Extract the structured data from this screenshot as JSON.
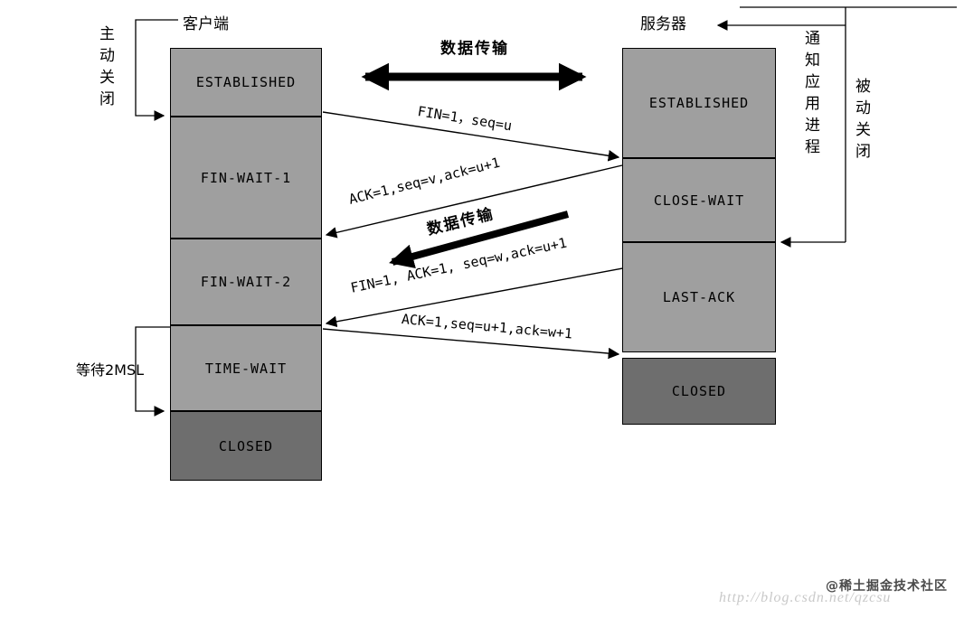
{
  "diagram": {
    "client": {
      "label": "客户端",
      "role_vertical": "主动关闭",
      "wait_label": "等待2MSL",
      "states": [
        "ESTABLISHED",
        "FIN-WAIT-1",
        "FIN-WAIT-2",
        "TIME-WAIT",
        "CLOSED"
      ]
    },
    "server": {
      "label": "服务器",
      "role_vertical": "被动关闭",
      "notify_vertical": "通知应用进程",
      "states": [
        "ESTABLISHED",
        "CLOSE-WAIT",
        "LAST-ACK",
        "CLOSED"
      ]
    },
    "arrows": {
      "data_transfer_top": "数据传输",
      "fin": "FIN=1，seq=u",
      "ack": "ACK=1,seq=v,ack=u+1",
      "data_transfer_mid": "数据传输",
      "fin_ack": "FIN=1, ACK=1, seq=w,ack=u+1",
      "last_ack": "ACK=1,seq=u+1,ack=w+1"
    },
    "watermark": {
      "community": "@稀土掘金技术社区",
      "url": "http://blog.csdn.net/qzcsu"
    },
    "colors": {
      "box_fill": "#9f9f9f",
      "box_fill_dark": "#6e6e6e",
      "line": "#000000",
      "watermark_url": "#c9c9c9",
      "watermark_community": "#4a4a4a"
    }
  }
}
